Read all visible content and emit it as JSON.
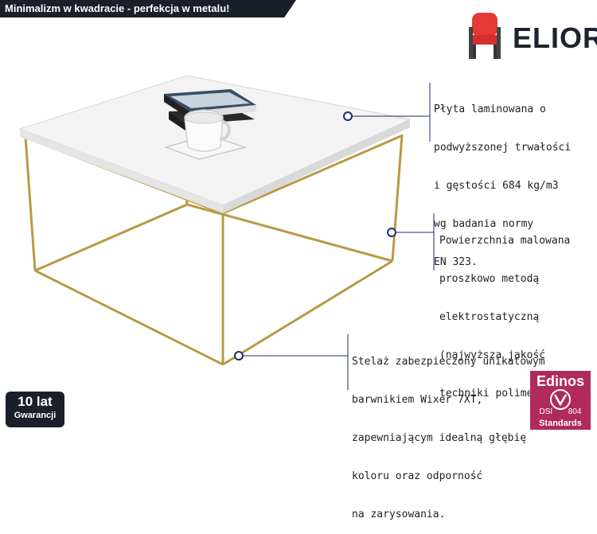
{
  "banner": {
    "text": "Minimalizm w kwadracie - perfekcja w metalu!"
  },
  "brand": {
    "name": "ELIOR",
    "icon": "chair-icon",
    "color": "#e53935"
  },
  "annotations": [
    {
      "lines": [
        "Płyta laminowana o",
        "podwyższonej trwałości",
        "i gęstości 684 kg/m3",
        "wg badania normy",
        "EN 323."
      ]
    },
    {
      "lines": [
        "Powierzchnia malowana",
        "proszkowo metodą",
        "elektrostatyczną",
        "(najwyższa jakość",
        "techniki polimeryzacji)."
      ]
    },
    {
      "lines": [
        "Stelaż zabezpieczony unikatowym",
        "barwnikiem Wixer 7XT,",
        "zapewniającym idealną głębię",
        "koloru oraz odporność",
        "na zarysowania."
      ]
    }
  ],
  "guarantee": {
    "big": "10 lat",
    "small": "Gwarancji"
  },
  "certificate": {
    "title": "Edinos",
    "stamp_left": "DSI",
    "stamp_right": "804",
    "standards": "Standards"
  },
  "colors": {
    "banner_bg": "#1b1f2a",
    "marker": "#1e2a6e",
    "frame": "#b89a45",
    "certificate_bg": "#b02a5b"
  }
}
